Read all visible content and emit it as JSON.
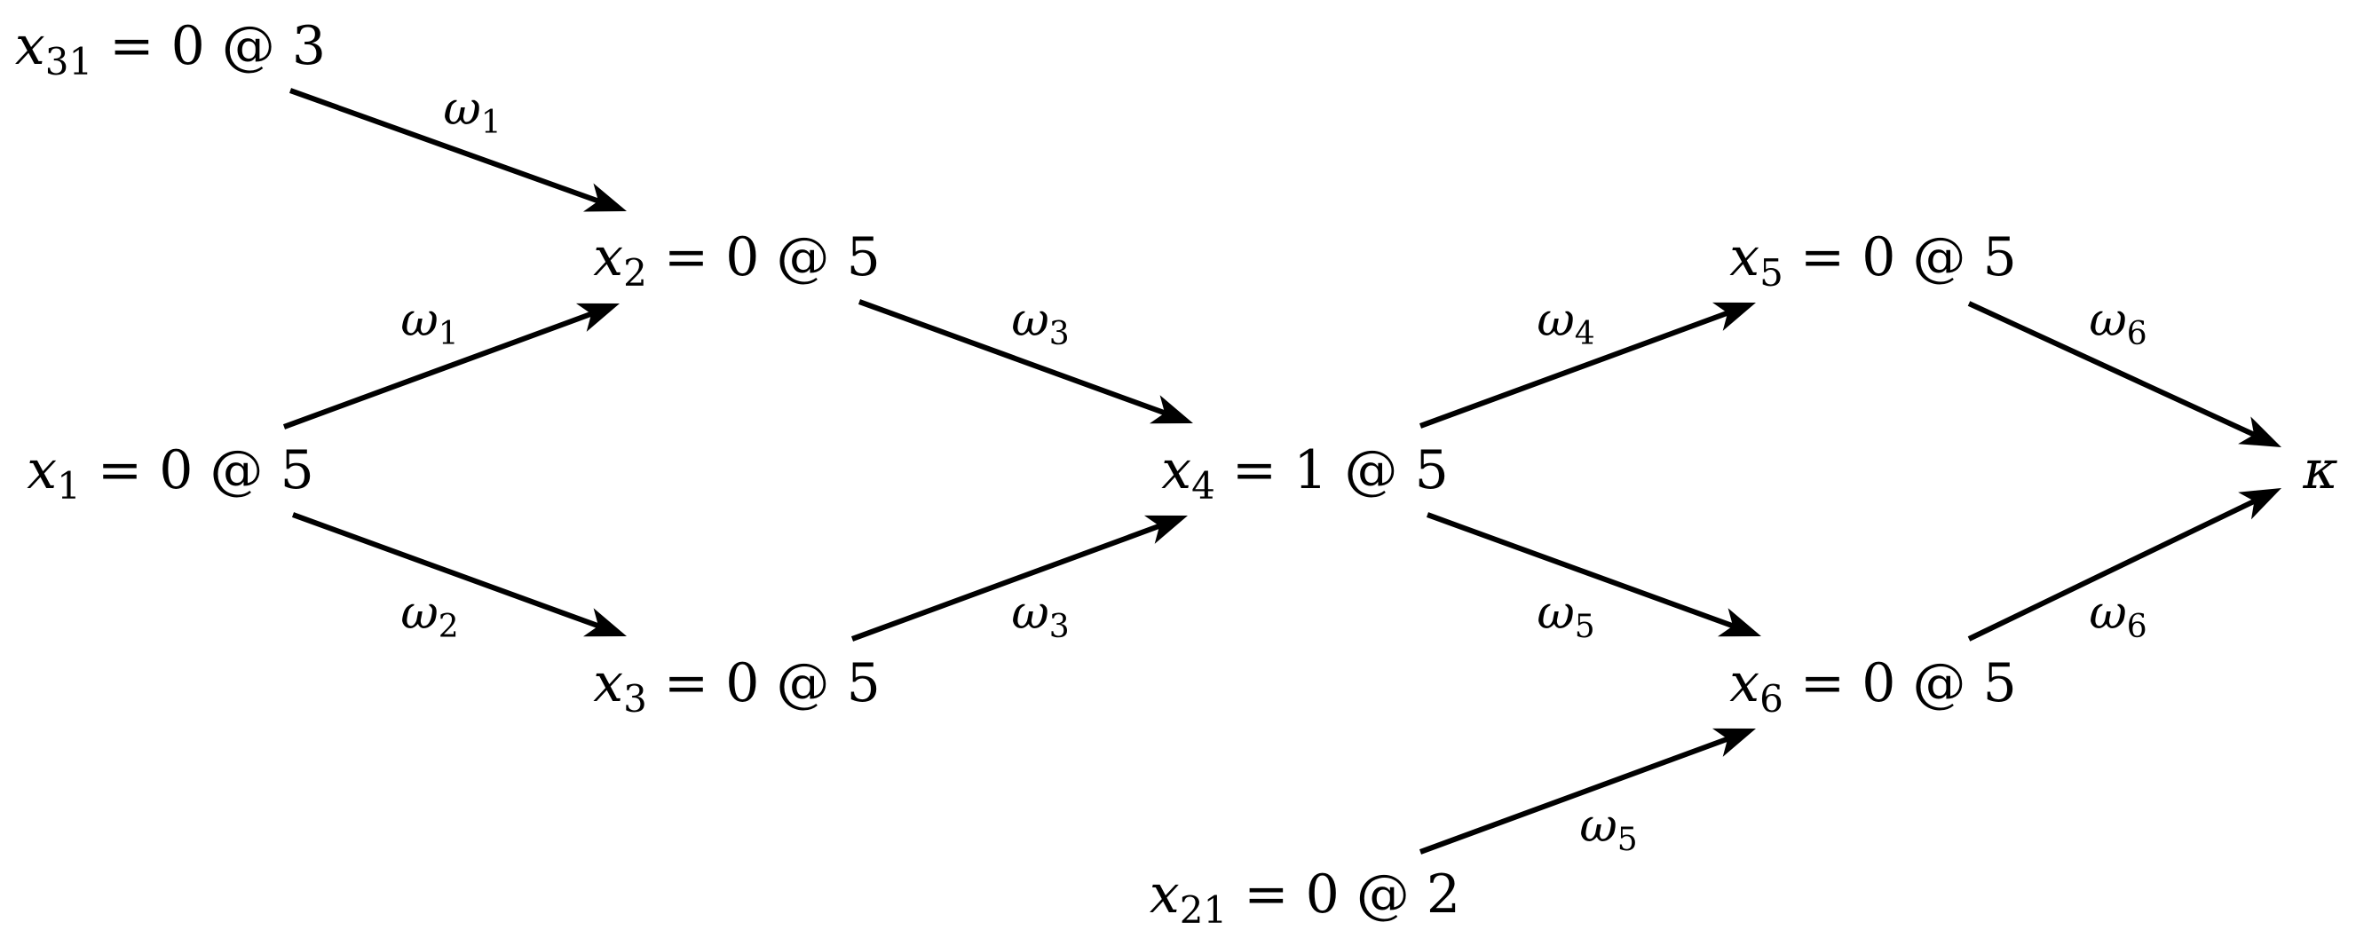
{
  "diagram": {
    "nodes": [
      {
        "id": "x31",
        "var": "x",
        "sub": "31",
        "value": "0",
        "at": "3"
      },
      {
        "id": "x2",
        "var": "x",
        "sub": "2",
        "value": "0",
        "at": "5"
      },
      {
        "id": "x1",
        "var": "x",
        "sub": "1",
        "value": "0",
        "at": "5"
      },
      {
        "id": "x3",
        "var": "x",
        "sub": "3",
        "value": "0",
        "at": "5"
      },
      {
        "id": "x4",
        "var": "x",
        "sub": "4",
        "value": "1",
        "at": "5"
      },
      {
        "id": "x5",
        "var": "x",
        "sub": "5",
        "value": "0",
        "at": "5"
      },
      {
        "id": "x6",
        "var": "x",
        "sub": "6",
        "value": "0",
        "at": "5"
      },
      {
        "id": "x21",
        "var": "x",
        "sub": "21",
        "value": "0",
        "at": "2"
      },
      {
        "id": "kappa",
        "var": "κ",
        "sub": "",
        "value": "",
        "at": ""
      }
    ],
    "edges": [
      {
        "from": "x31",
        "to": "x2",
        "label_var": "ω",
        "label_sub": "1"
      },
      {
        "from": "x1",
        "to": "x2",
        "label_var": "ω",
        "label_sub": "1"
      },
      {
        "from": "x1",
        "to": "x3",
        "label_var": "ω",
        "label_sub": "2"
      },
      {
        "from": "x2",
        "to": "x4",
        "label_var": "ω",
        "label_sub": "3"
      },
      {
        "from": "x3",
        "to": "x4",
        "label_var": "ω",
        "label_sub": "3"
      },
      {
        "from": "x4",
        "to": "x5",
        "label_var": "ω",
        "label_sub": "4"
      },
      {
        "from": "x4",
        "to": "x6",
        "label_var": "ω",
        "label_sub": "5"
      },
      {
        "from": "x21",
        "to": "x6",
        "label_var": "ω",
        "label_sub": "5"
      },
      {
        "from": "x5",
        "to": "kappa",
        "label_var": "ω",
        "label_sub": "6"
      },
      {
        "from": "x6",
        "to": "kappa",
        "label_var": "ω",
        "label_sub": "6"
      }
    ],
    "stroke_color": "#000000",
    "background_color": "#ffffff"
  }
}
